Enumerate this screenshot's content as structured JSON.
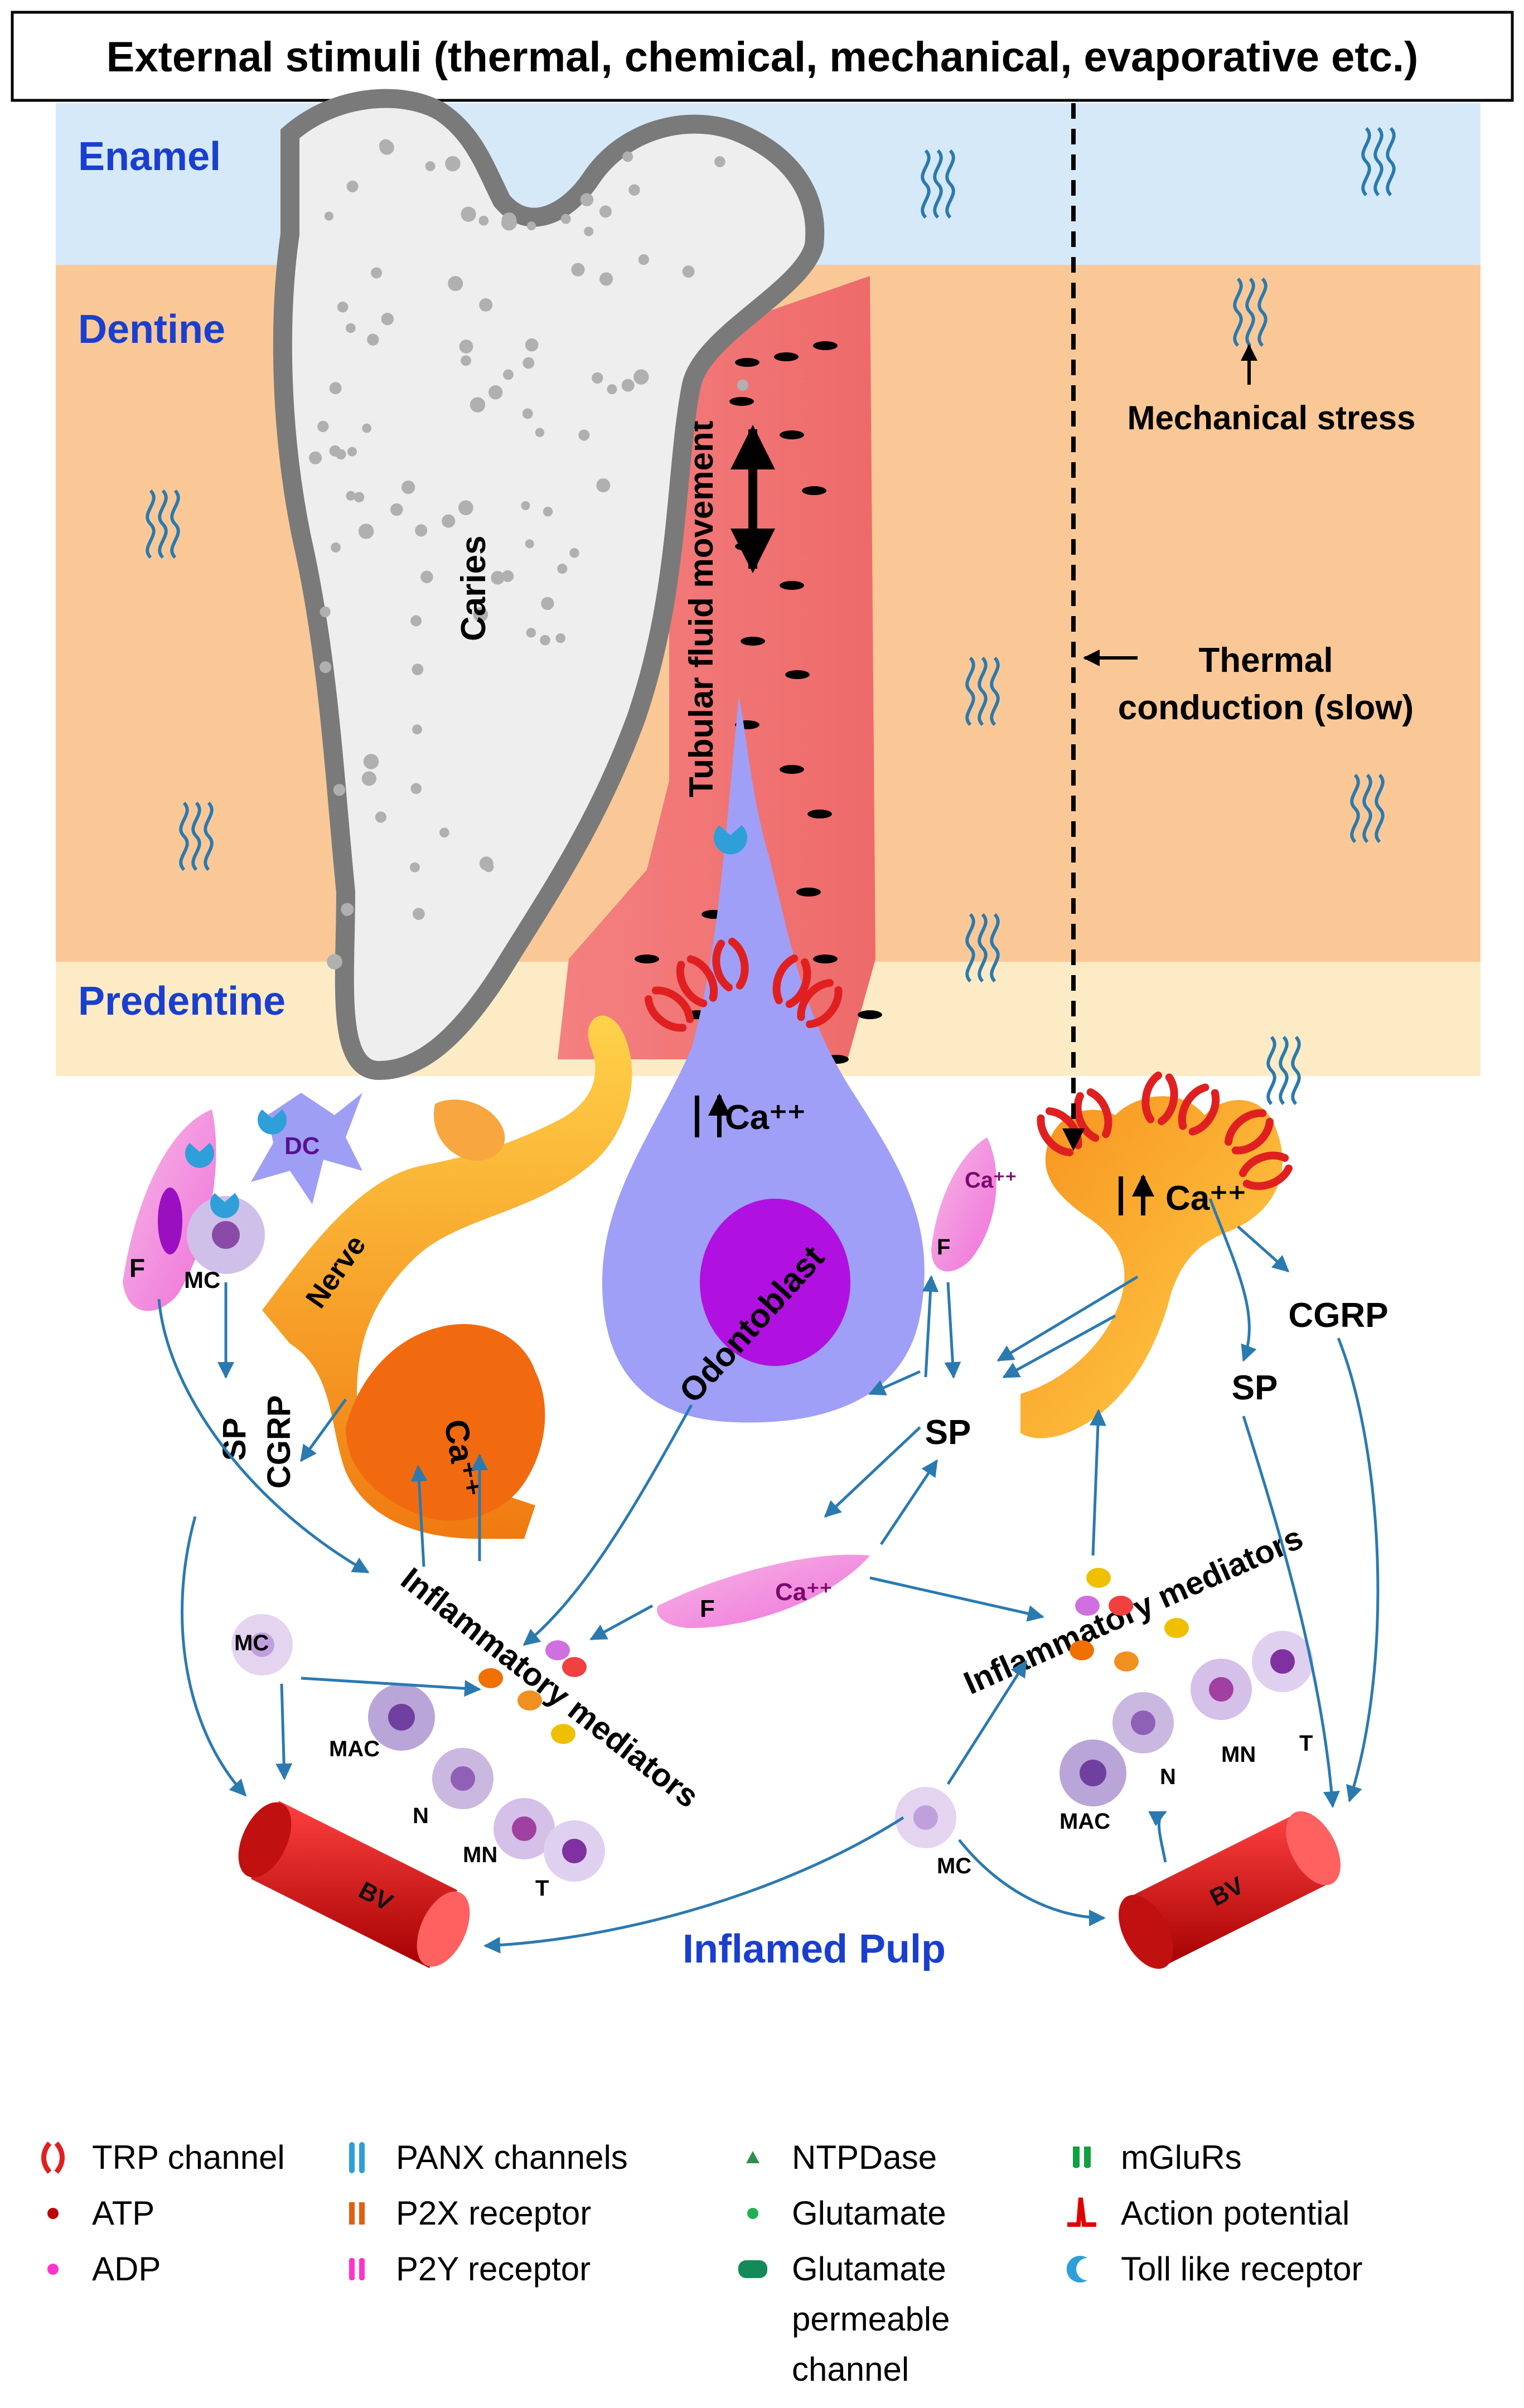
{
  "header": {
    "title": "External stimuli (thermal, chemical, mechanical, evaporative etc.)"
  },
  "layers": {
    "enamel": "Enamel",
    "dentine": "Dentine",
    "predentine": "Predentine"
  },
  "labels": {
    "caries": "Caries",
    "tubular_fluid": "Tubular fluid movement",
    "mechanical_stress": "Mechanical stress",
    "thermal_line1": "Thermal",
    "thermal_line2": "conduction (slow)",
    "calcium": "Ca⁺⁺",
    "dc": "DC",
    "f": "F",
    "mc": "MC",
    "nerve": "Nerve",
    "odontoblast": "Odontoblast",
    "sp": "SP",
    "cgrp": "CGRP",
    "inflammatory_mediators": "Inflammatory mediators",
    "mac": "MAC",
    "n": "N",
    "mn": "MN",
    "t": "T",
    "bv": "BV",
    "inflamed_pulp": "Inflamed Pulp"
  },
  "legend": [
    {
      "label": "TRP channel",
      "icon": "trp-channel-icon",
      "color": "#e02020"
    },
    {
      "label": "ATP",
      "icon": "atp-dot-icon",
      "color": "#c00000"
    },
    {
      "label": "ADP",
      "icon": "adp-dot-icon",
      "color": "#ff33cc"
    },
    {
      "label": "PANX channels",
      "icon": "panx-channel-icon",
      "color": "#2e9fd8"
    },
    {
      "label": "P2X receptor",
      "icon": "p2x-receptor-icon",
      "color": "#e06010"
    },
    {
      "label": "P2Y receptor",
      "icon": "p2y-receptor-icon",
      "color": "#ff33cc"
    },
    {
      "label": "NTPDase",
      "icon": "ntpdase-icon",
      "color": "#2f8f4f"
    },
    {
      "label": "Glutamate",
      "icon": "glutamate-dot-icon",
      "color": "#20b050"
    },
    {
      "label": "Glutamate permeable channel",
      "icon": "glutamate-channel-icon",
      "color": "#148a5a"
    },
    {
      "label": "mGluRs",
      "icon": "mglur-icon",
      "color": "#10a040"
    },
    {
      "label": "Action potential",
      "icon": "action-potential-icon",
      "color": "#e00000"
    },
    {
      "label": "Toll like receptor",
      "icon": "toll-like-receptor-icon",
      "color": "#2e9fd8"
    }
  ],
  "colors": {
    "enamel": "#d6e9f8",
    "dentine": "#fac896",
    "predentine": "#fcebc4",
    "tubule": "#f27474",
    "odontoblast": "#9f9ff7",
    "nucleus": "#b010e0",
    "nerve_orange": "#f7921e",
    "vessel": "#d42020",
    "arrow": "#2a7ab0",
    "layer_label": "#1a3fcf",
    "caries_outline": "#666666"
  }
}
